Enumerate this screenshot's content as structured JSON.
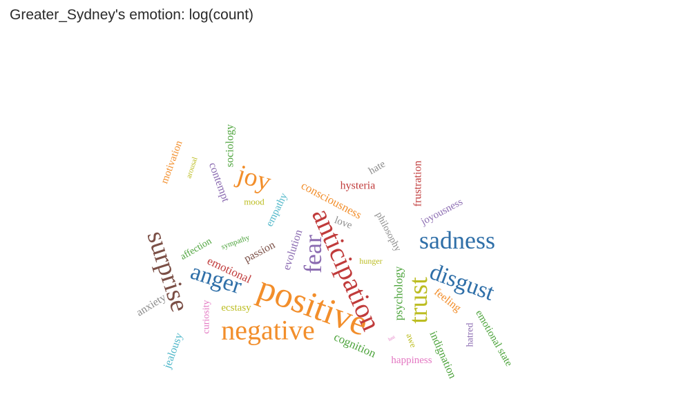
{
  "chart_data": {
    "type": "wordcloud",
    "title": "Greater_Sydney's emotion: log(count)",
    "words": [
      {
        "text": "positive",
        "weight": 52,
        "color": "#F28E2B"
      },
      {
        "text": "negative",
        "weight": 40,
        "color": "#F28E2B"
      },
      {
        "text": "anticipation",
        "weight": 40,
        "color": "#C03B3B"
      },
      {
        "text": "surprise",
        "weight": 38,
        "color": "#7B4F46"
      },
      {
        "text": "trust",
        "weight": 38,
        "color": "#BCBD22"
      },
      {
        "text": "joy",
        "weight": 38,
        "color": "#F28E2B"
      },
      {
        "text": "fear",
        "weight": 36,
        "color": "#8B6BB1"
      },
      {
        "text": "sadness",
        "weight": 36,
        "color": "#2F6FA8"
      },
      {
        "text": "disgust",
        "weight": 34,
        "color": "#2F6FA8"
      },
      {
        "text": "anger",
        "weight": 34,
        "color": "#2F6FA8"
      },
      {
        "text": "consciousness",
        "weight": 17,
        "color": "#F28E2B"
      },
      {
        "text": "psychology",
        "weight": 17,
        "color": "#4CA33B"
      },
      {
        "text": "cognition",
        "weight": 17,
        "color": "#4CA33B"
      },
      {
        "text": "emotional",
        "weight": 17,
        "color": "#C03B3B"
      },
      {
        "text": "frustration",
        "weight": 16,
        "color": "#C03B3B"
      },
      {
        "text": "hysteria",
        "weight": 16,
        "color": "#C03B3B"
      },
      {
        "text": "contempt",
        "weight": 16,
        "color": "#8B6BB1"
      },
      {
        "text": "jealousy",
        "weight": 16,
        "color": "#4DB6C8"
      },
      {
        "text": "evolution",
        "weight": 16,
        "color": "#8B6BB1"
      },
      {
        "text": "anxiety",
        "weight": 16,
        "color": "#8C8C8C"
      },
      {
        "text": "feeling",
        "weight": 16,
        "color": "#F28E2B"
      },
      {
        "text": "sociology",
        "weight": 16,
        "color": "#4CA33B"
      },
      {
        "text": "passion",
        "weight": 16,
        "color": "#7B4F46"
      },
      {
        "text": "indignation",
        "weight": 16,
        "color": "#4CA33B"
      },
      {
        "text": "emotional state",
        "weight": 15,
        "color": "#4CA33B"
      },
      {
        "text": "empathy",
        "weight": 15,
        "color": "#4DB6C8"
      },
      {
        "text": "motivation",
        "weight": 15,
        "color": "#F28E2B"
      },
      {
        "text": "hate",
        "weight": 15,
        "color": "#8C8C8C"
      },
      {
        "text": "love",
        "weight": 15,
        "color": "#8C8C8C"
      },
      {
        "text": "joyousness",
        "weight": 15,
        "color": "#8B6BB1"
      },
      {
        "text": "ecstasy",
        "weight": 15,
        "color": "#BCBD22"
      },
      {
        "text": "happiness",
        "weight": 15,
        "color": "#E377C2"
      },
      {
        "text": "philosophy",
        "weight": 14,
        "color": "#8C8C8C"
      },
      {
        "text": "curiosity",
        "weight": 14,
        "color": "#E377C2"
      },
      {
        "text": "affection",
        "weight": 14,
        "color": "#4CA33B"
      },
      {
        "text": "hatred",
        "weight": 14,
        "color": "#8B6BB1"
      },
      {
        "text": "mood",
        "weight": 13,
        "color": "#BCBD22"
      },
      {
        "text": "awe",
        "weight": 13,
        "color": "#BCBD22"
      },
      {
        "text": "hunger",
        "weight": 12,
        "color": "#BCBD22"
      },
      {
        "text": "sympathy",
        "weight": 11,
        "color": "#4CA33B"
      },
      {
        "text": "arousal",
        "weight": 11,
        "color": "#BCBD22"
      },
      {
        "text": "lust",
        "weight": 7,
        "color": "#E377C2"
      }
    ]
  }
}
